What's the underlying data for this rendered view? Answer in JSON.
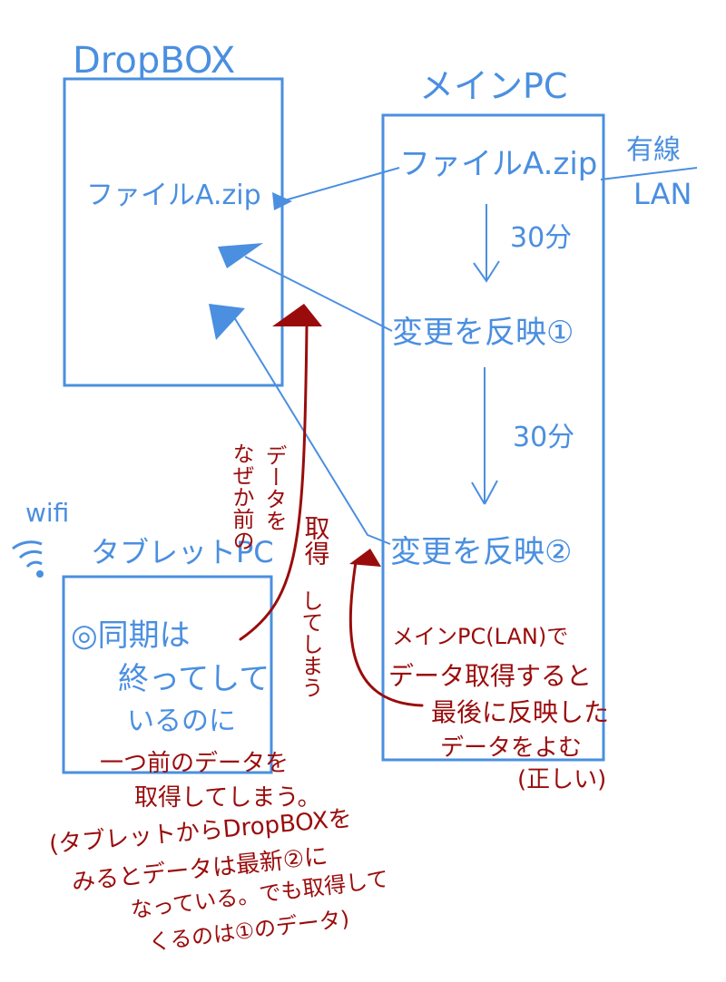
{
  "dropbox": {
    "title": "DropBOX",
    "file": "ファイルA.zip"
  },
  "main_pc": {
    "title": "メインPC",
    "file": "ファイルA.zip",
    "wired": "有線",
    "lan": "LAN",
    "interval1": "30分",
    "step1": "変更を反映①",
    "interval2": "30分",
    "step2": "変更を反映②",
    "note": [
      "メインPC(LAN)で",
      "データ取得すると",
      "最後に反映した",
      "データをよむ",
      "(正しい)"
    ]
  },
  "tablet": {
    "wifi": "wifi",
    "title": "タブレットPC",
    "sync": [
      "◎同期は",
      "終ってして",
      "いるのに"
    ],
    "note": [
      "一つ前のデータを",
      "取得してしまう。",
      "(タブレットからDropBOXを",
      "みるとデータは最新②に",
      "なっている。でも取得して",
      "くるのは①のデータ)"
    ]
  },
  "arrow_note": {
    "col1": "なぜか前の",
    "col2": "データを",
    "col3": "取得",
    "col4": "してしまう"
  },
  "colors": {
    "blue": "#4a8fe0",
    "red": "#9a0c0c"
  }
}
